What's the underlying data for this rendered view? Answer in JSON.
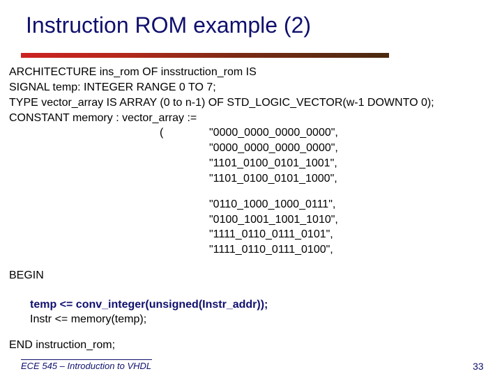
{
  "slide": {
    "title": "Instruction ROM example (2)",
    "header_lines": [
      "ARCHITECTURE ins_rom OF insstruction_rom IS",
      "SIGNAL temp: INTEGER RANGE 0 TO 7;",
      "TYPE vector_array IS ARRAY (0 to n-1) OF STD_LOGIC_VECTOR(w-1 DOWNTO 0);",
      "CONSTANT memory : vector_array :="
    ],
    "open_paren": "(",
    "values": [
      "\"0000_0000_0000_0000\",",
      "\"0000_0000_0000_0000\",",
      "\"1101_0100_0101_1001\",",
      "\"1101_0100_0101_1000\",",
      "\"0110_1000_1000_0111\",",
      "\"0100_1001_1001_1010\",",
      "\"1111_0110_0111_0101\",",
      "\"1111_0110_0111_0100\","
    ],
    "begin": "BEGIN",
    "body_bold": "temp <= conv_integer(unsigned(Instr_addr));",
    "body_plain": "Instr <= memory(temp);",
    "end": "END instruction_rom;",
    "footer": "ECE 545 – Introduction to VHDL",
    "page_number": "33"
  }
}
